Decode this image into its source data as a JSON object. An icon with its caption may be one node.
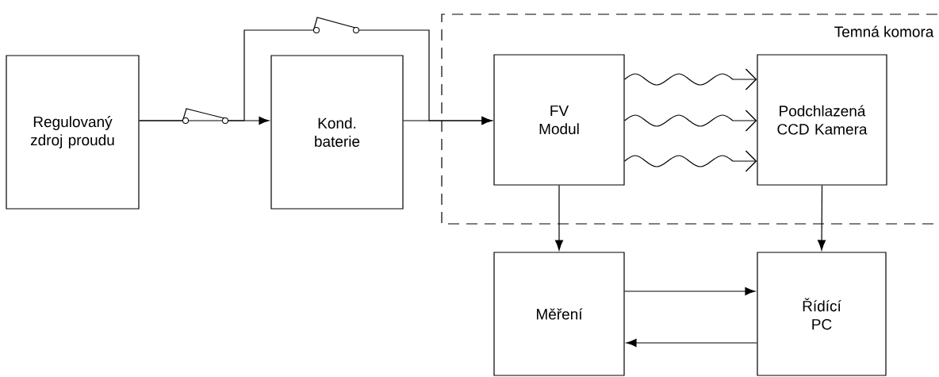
{
  "diagram": {
    "nodes": [
      {
        "text": [
          "Regulovaný zdroj proudu"
        ]
      },
      {
        "text": [
          "Kond. baterie"
        ]
      },
      {
        "text": [
          "Temná komora"
        ]
      },
      {
        "text": [
          "FV Modul"
        ],
        "in": 2
      },
      {
        "text": [
          "Podchlazená CCD Kamera"
        ],
        "in": 2
      },
      {
        "text": [
          "Měření"
        ]
      },
      {
        "text": [
          "Řídící PC"
        ]
      }
    ],
    "edges": [
      {
        "from": 0,
        "to": 1,
        "arrow": "to"
      },
      {
        "from": 0,
        "to": 3,
        "arrow": "to"
      },
      {
        "from": 1,
        "to": 3,
        "arrow": "to"
      },
      {
        "from": 3,
        "to": 4,
        "arrow": "to"
      },
      {
        "from": 3,
        "to": 4,
        "arrow": "to"
      },
      {
        "from": 3,
        "to": 4,
        "arrow": "to"
      },
      {
        "from": 3,
        "to": 5,
        "arrow": "to"
      },
      {
        "from": 4,
        "to": 6,
        "arrow": "to"
      },
      {
        "from": 5,
        "to": 6,
        "arrow": "to"
      },
      {
        "from": 6,
        "to": 5,
        "arrow": "to"
      }
    ]
  }
}
